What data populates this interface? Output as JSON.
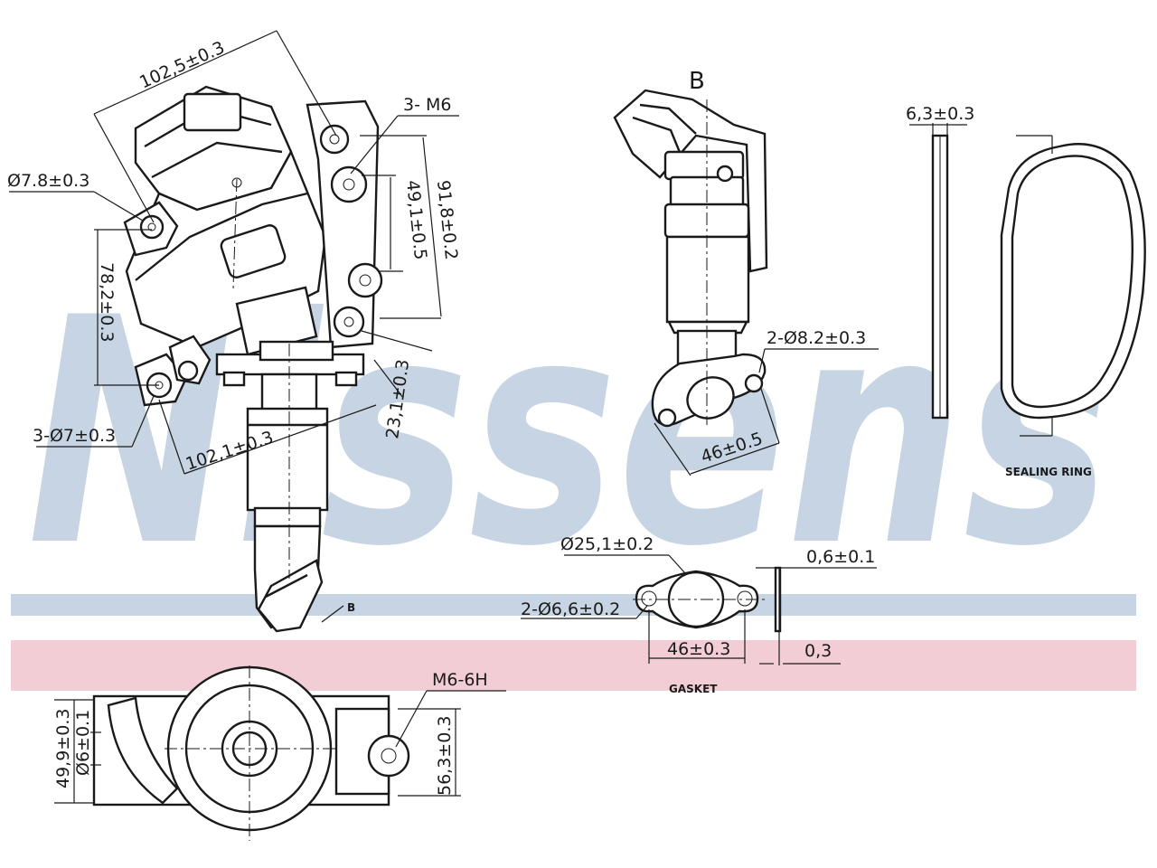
{
  "watermark": {
    "brand": "Nissens",
    "registered_mark": "®",
    "color": "#c6d4e3",
    "band_blue": "#c6d4e3",
    "band_pink": "#f3cdd5"
  },
  "labels": {
    "dim_top_width": "102,5±0.3",
    "dim_hole_dia": "Ø7.8±0.3",
    "dim_bolt_thread": "3- M6",
    "dim_49_1": "49,1±0.5",
    "dim_91_8": "91,8±0.2",
    "dim_78_2": "78,2±0.3",
    "dim_mount_holes": "3-Ø7±0.3",
    "dim_bottom_width": "102,1±0.3",
    "dim_23_1": "23,1±0.3",
    "view_b_label": "B",
    "view_b_pointer": "B",
    "dim_flange_holes": "2-Ø8.2±0.3",
    "dim_flange_pitch": "46±0.5",
    "dim_ring_thickness": "6,3±0.3",
    "sealing_ring_caption": "SEALING RING",
    "dim_gasket_bore": "Ø25,1±0.2",
    "dim_gasket_thickness": "0,6±0.1",
    "dim_gasket_holes": "2-Ø6,6±0.2",
    "dim_gasket_pitch": "46±0.3",
    "dim_gasket_0_3": "0,3",
    "gasket_caption": "GASKET",
    "dim_thread_m6": "M6-6H",
    "dim_49_9": "49,9±0.3",
    "dim_6": "Ø6±0.1",
    "dim_56_3": "56,3±0.3"
  }
}
